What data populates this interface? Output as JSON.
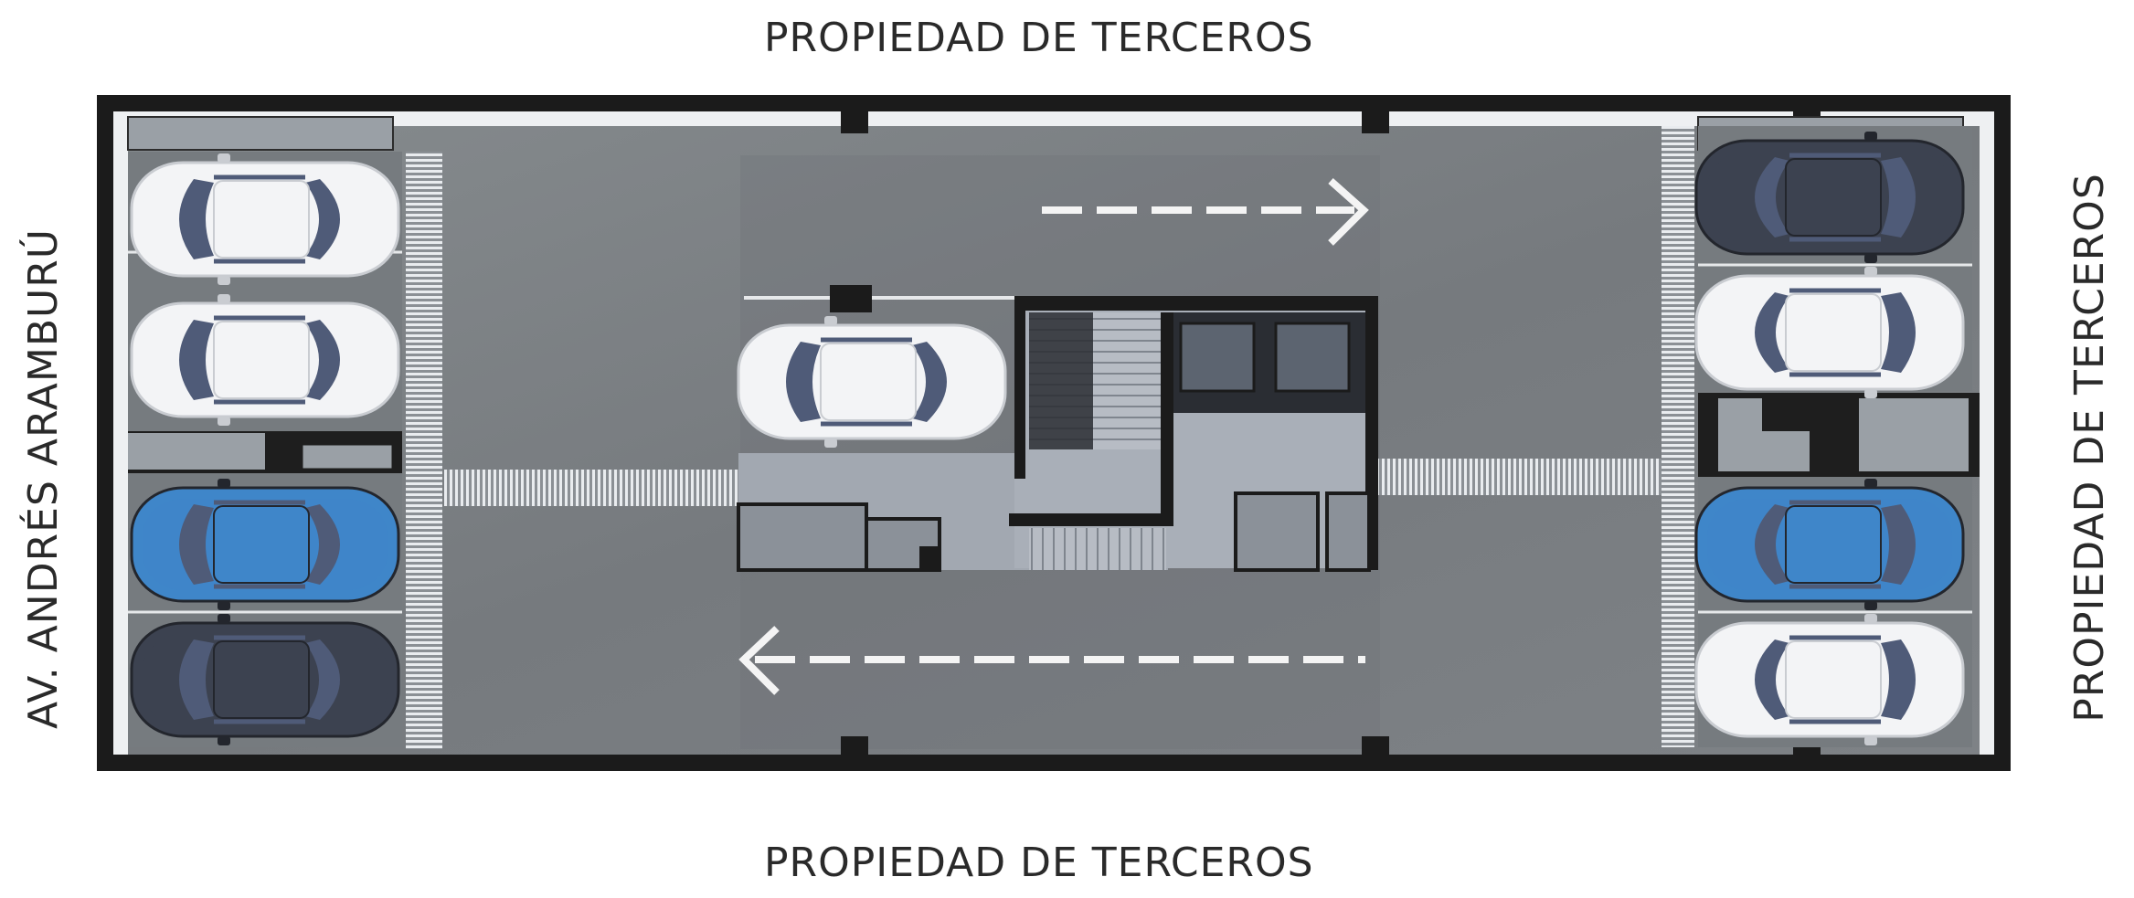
{
  "labels": {
    "top": "PROPIEDAD DE TERCEROS",
    "bottom": "PROPIEDAD DE TERCEROS",
    "right": "PROPIEDAD DE TERCEROS",
    "left": "AV. ANDRÉS ARAMBURÚ"
  },
  "colors": {
    "wall": "#1b1b1b",
    "floor": "#7b7f82",
    "floor_dark": "#6c7073",
    "core": "#9da3ab",
    "car_white": "#f3f4f6",
    "car_blue": "#3f86c9",
    "car_dark": "#3c4250",
    "glass": "#4f5b78"
  },
  "plan": {
    "left_cars": [
      "car-white",
      "car-white",
      "car-blue",
      "car-dark"
    ],
    "right_cars": [
      "car-dark",
      "car-white",
      "car-blue",
      "car-white"
    ],
    "center_car": "car-white",
    "arrows": [
      "arrow-right-icon",
      "arrow-left-icon"
    ]
  }
}
